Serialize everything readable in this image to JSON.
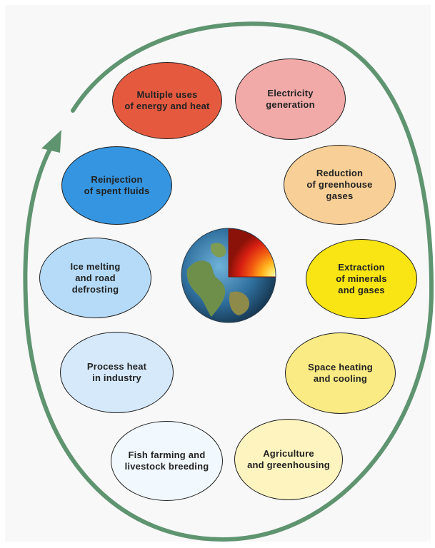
{
  "diagram": {
    "center_icon": "earth-cross-section-icon",
    "cycle_arrow_color": "#5f9470",
    "nodes": [
      {
        "id": "multiple-uses",
        "label": "Multiple uses\nof energy and heat",
        "color": "#e55a3f"
      },
      {
        "id": "electricity",
        "label": "Electricity\ngeneration",
        "color": "#f2aaa9"
      },
      {
        "id": "ghg-reduction",
        "label": "Reduction\nof greenhouse\ngases",
        "color": "#f8cf96"
      },
      {
        "id": "extraction",
        "label": "Extraction\nof minerals\nand gases",
        "color": "#f9e514"
      },
      {
        "id": "space-heating",
        "label": "Space heating\nand cooling",
        "color": "#fbeb85"
      },
      {
        "id": "agriculture",
        "label": "Agriculture\nand greenhousing",
        "color": "#fdf4c0"
      },
      {
        "id": "fish-farming",
        "label": "Fish farming and\nlivestock breeding",
        "color": "#f1f8fe"
      },
      {
        "id": "process-heat",
        "label": "Process heat\nin industry",
        "color": "#d5e9fb"
      },
      {
        "id": "ice-melting",
        "label": "Ice melting\nand road\ndefrosting",
        "color": "#b5dbf8"
      },
      {
        "id": "reinjection",
        "label": "Reinjection\nof spent fluids",
        "color": "#3595e0"
      }
    ]
  }
}
